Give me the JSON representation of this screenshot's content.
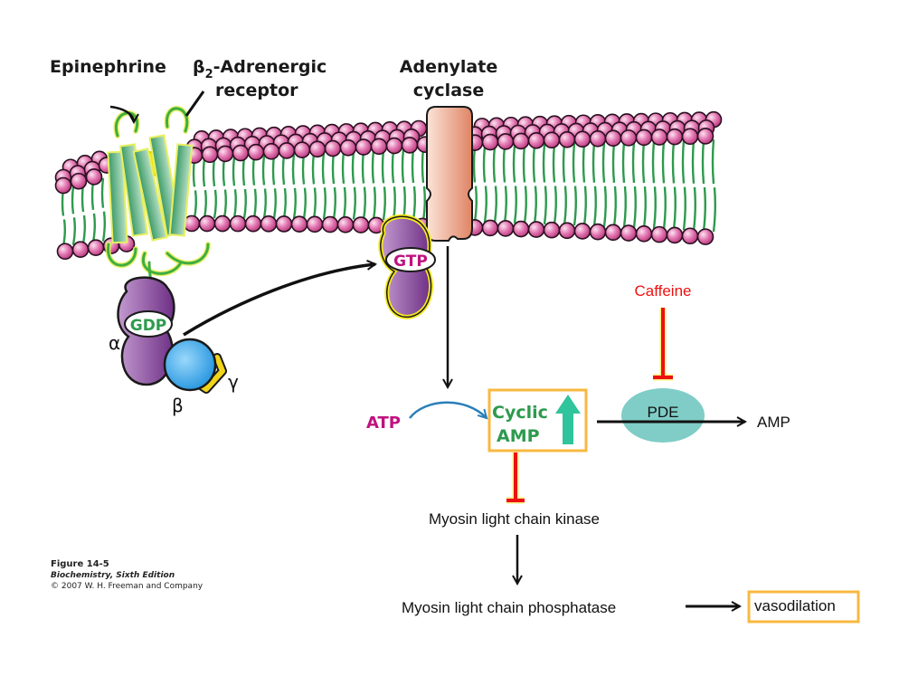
{
  "figure": {
    "labels": {
      "epinephrine": "Epinephrine",
      "receptor_line1_prefix": "β",
      "receptor_line1_sub": "2",
      "receptor_line1_suffix": "-Adrenergic",
      "receptor_line2": "receptor",
      "adenylate_line1": "Adenylate",
      "adenylate_line2": "cyclase",
      "gdp": "GDP",
      "gtp": "GTP",
      "alpha": "α",
      "beta": "β",
      "gamma": "γ",
      "atp": "ATP",
      "cyclic": "Cyclic",
      "amp_box": "AMP",
      "pde": "PDE",
      "amp_product": "AMP",
      "caffeine": "Caffeine",
      "mlck": "Myosin light chain kinase",
      "mlcp": "Myosin light chain phosphatase",
      "vasodilation": "vasodilation"
    },
    "caption": {
      "figure_number": "Figure 14-5",
      "book": "Biochemistry, Sixth Edition",
      "copyright": "© 2007 W. H. Freeman and Company"
    },
    "colors": {
      "lipid_head": "#d9579a",
      "lipid_tail": "#2e9a4e",
      "receptor": "#4aa878",
      "receptor_glow": "#e8f060",
      "g_alpha": "#7a3e8e",
      "g_beta": "#2aa3e8",
      "g_gamma": "#f2d41a",
      "adenylate_cyclase": "#eda283",
      "atp_text": "#c0127e",
      "camp_text": "#2e9a4e",
      "camp_arrow": "#2fc49b",
      "highlight_box": "#f8b840",
      "pde_fill": "#7fcdc6",
      "inhibition": "#ee1111",
      "caffeine_text": "#ee1111",
      "atp_arrow": "#2a7fb8"
    }
  }
}
